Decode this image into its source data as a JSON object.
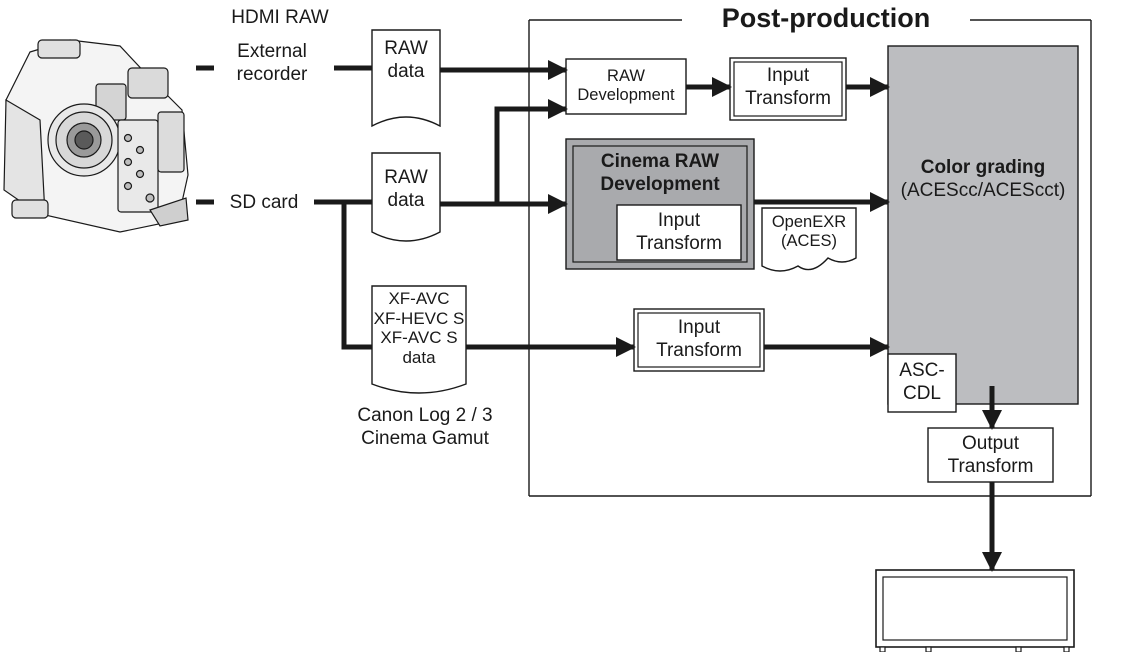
{
  "camera": {
    "hdmi_raw_label": "HDMI RAW",
    "external_recorder_label": [
      "External",
      "recorder"
    ],
    "sd_card_label": "SD card",
    "log_gamut_label": [
      "Canon Log 2 / 3",
      "Cinema Gamut"
    ]
  },
  "data_docs": {
    "raw_external": [
      "RAW",
      "data"
    ],
    "raw_sd": [
      "RAW",
      "data"
    ],
    "xf_data": [
      "XF-AVC",
      "XF-HEVC S",
      "XF-AVC S",
      "data"
    ]
  },
  "post_production": {
    "title": "Post-production",
    "raw_development": [
      "RAW",
      "Development"
    ],
    "input_transform_top": [
      "Input",
      "Transform"
    ],
    "cinema_raw_development": [
      "Cinema RAW",
      "Development"
    ],
    "cinema_input_transform": [
      "Input",
      "Transform"
    ],
    "openexr": [
      "OpenEXR",
      "(ACES)"
    ],
    "input_transform_xf": [
      "Input",
      "Transform"
    ],
    "color_grading_title": "Color grading",
    "color_grading_subtitle": "(ACEScc/ACEScct)",
    "asc_cdl": [
      "ASC-",
      "CDL"
    ],
    "output_transform": [
      "Output",
      "Transform"
    ]
  },
  "colors": {
    "line": "#1a1a1a",
    "grading_fill": "#bcbdc0",
    "cinema_fill": "#a9aaad",
    "background": "#ffffff"
  },
  "icons": {
    "camera": "cinema-camera-icon",
    "monitor": "monitor-icon"
  }
}
